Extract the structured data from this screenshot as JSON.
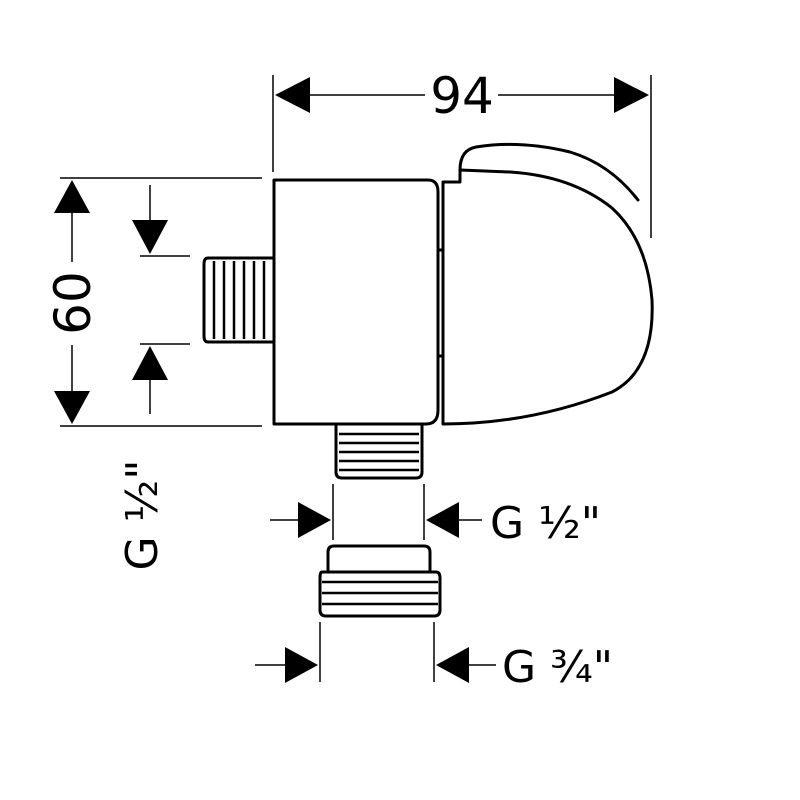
{
  "dimensions": {
    "width_label": "94",
    "height_label": "60"
  },
  "thread_labels": {
    "inlet_side": "G ½\"",
    "outlet_inner": "G ½\"",
    "outlet_outer": "G ¾\""
  },
  "colors": {
    "line": "#000000",
    "background": "#ffffff"
  }
}
